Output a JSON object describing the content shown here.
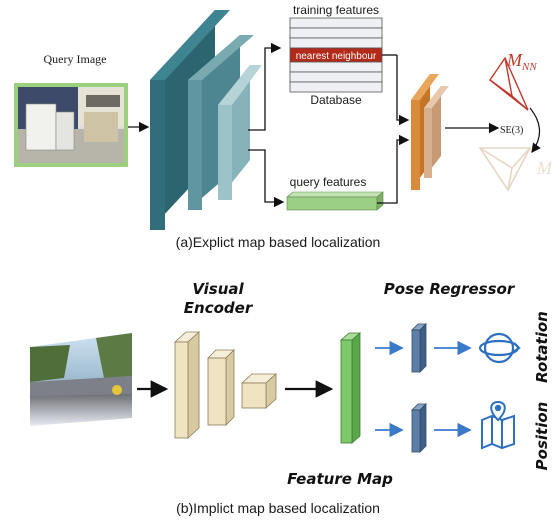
{
  "panel_a": {
    "query_image_label": "Query Image",
    "training_features_label": "training features",
    "nearest_neighbour_label": "nearest neighbour",
    "database_label": "Database",
    "query_features_label": "query features",
    "mnn_label_main": "M",
    "mnn_label_sub": "NN",
    "se3_label": "SE(3)",
    "m_label": "M",
    "caption": "(a)Explict map based localization"
  },
  "panel_b": {
    "visual_encoder_line1": "Visual",
    "visual_encoder_line2": "Encoder",
    "pose_regressor_label": "Pose Regressor",
    "feature_map_label": "Feature Map",
    "rotation_label": "Rotation",
    "position_label": "Position",
    "caption": "(b)Implict map based localization"
  },
  "colors": {
    "teal_dark": "#2f6e7a",
    "teal_mid": "#5f96a0",
    "teal_light": "#9cc3c8",
    "orange": "#d98a3a",
    "tan": "#d7b08e",
    "highlight_red": "#b22a1a",
    "query_green": "#9ccf86",
    "encoder_beige": "#efe3c2",
    "feature_green": "#7cc96a",
    "regressor_blue": "#5d7fa5",
    "arrow_blue": "#3a78c9"
  }
}
